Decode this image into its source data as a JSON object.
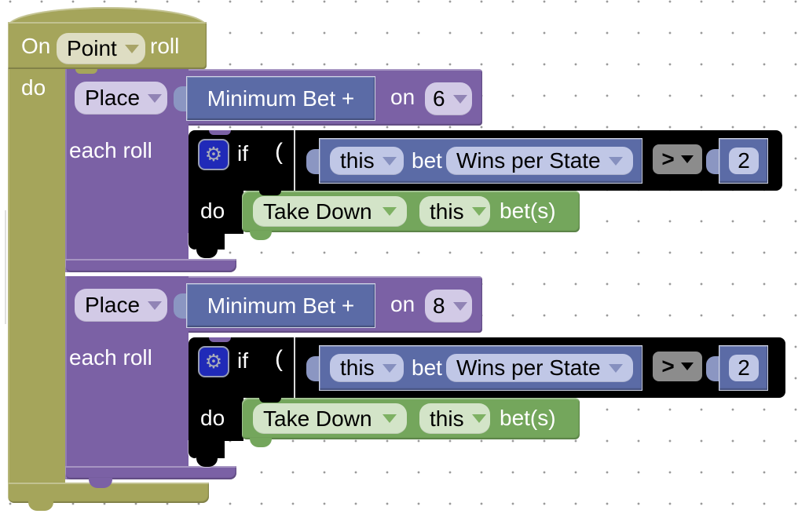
{
  "colors": {
    "event_block": "#a5a55b",
    "event_field": "#deddc3",
    "place_block": "#7b61a5",
    "place_field": "#d2cae6",
    "value_block": "#5b6ba6",
    "value_field": "#c0c7e6",
    "if_block": "#000000",
    "operator_field": "#8c8c8c",
    "action_block": "#74a65c",
    "action_field": "#d3e4c8",
    "gear_badge": "#202ab8",
    "grid_dot": "#9a9a9a",
    "workspace_bg": "#ffffff"
  },
  "icons": {
    "gear": "⚙",
    "dropdown_arrow": "▾"
  },
  "event_block": {
    "prefix_label": "On",
    "roll_type_dropdown": "Point",
    "suffix_label": "roll",
    "do_label": "do"
  },
  "stacks": [
    {
      "action_dropdown": "Place",
      "amount_block": "Minimum Bet +",
      "on_label": "on",
      "number_dropdown": "6",
      "each_roll_label": "each roll",
      "if_block": {
        "if_label": "if",
        "open_paren": "(",
        "condition": {
          "owner_dropdown": "this",
          "bet_label": "bet",
          "stat_dropdown": "Wins per State",
          "operator_dropdown": ">",
          "compare_value": "2"
        },
        "do_label": "do",
        "action": {
          "verb_dropdown": "Take Down",
          "target_dropdown": "this",
          "suffix_label": "bet(s)"
        }
      }
    },
    {
      "action_dropdown": "Place",
      "amount_block": "Minimum Bet +",
      "on_label": "on",
      "number_dropdown": "8",
      "each_roll_label": "each roll",
      "if_block": {
        "if_label": "if",
        "open_paren": "(",
        "condition": {
          "owner_dropdown": "this",
          "bet_label": "bet",
          "stat_dropdown": "Wins per State",
          "operator_dropdown": ">",
          "compare_value": "2"
        },
        "do_label": "do",
        "action": {
          "verb_dropdown": "Take Down",
          "target_dropdown": "this",
          "suffix_label": "bet(s)"
        }
      }
    }
  ]
}
